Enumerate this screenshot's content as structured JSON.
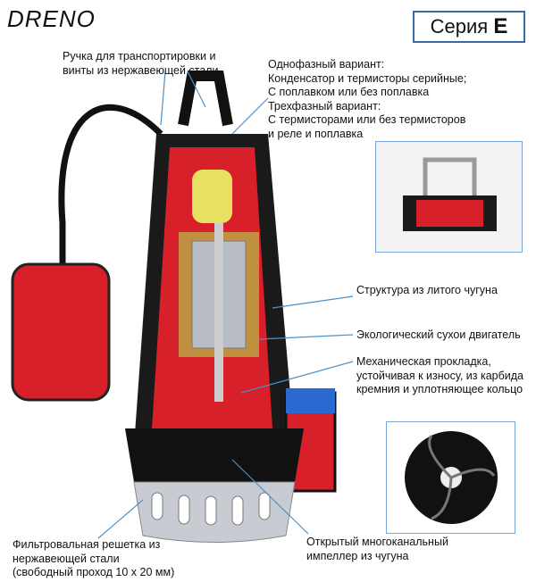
{
  "brand": "DRENO",
  "series": {
    "prefix": "Серия",
    "letter": "E"
  },
  "labels": {
    "handle": "Ручка для транспортировки и\nвинты из нержавеющей стали",
    "phase": "Однофазный вариант:\nКонденсатор и термисторы серийные;\nС поплавком или без поплавка\nТрехфазный вариант:\nС термисторами или без термисторов\nи реле и поплавка",
    "structure": "Структура из литого чугуна",
    "motor": "Экологический сухои двигатель",
    "seal": "Механическая прокладка,\nустойчивая к износу, из карбида\nкремния и уплотняющее кольцо",
    "filter": "Фильтровальная решетка из\nнержавеющей стали\n(свободный проход 10 х 20 мм)",
    "impeller": "Открытый многоканальный\nимпеллер из чугуна"
  },
  "colors": {
    "accent": "#3a6aa8",
    "pump_red": "#d8202a",
    "line": "#4a90c8"
  }
}
